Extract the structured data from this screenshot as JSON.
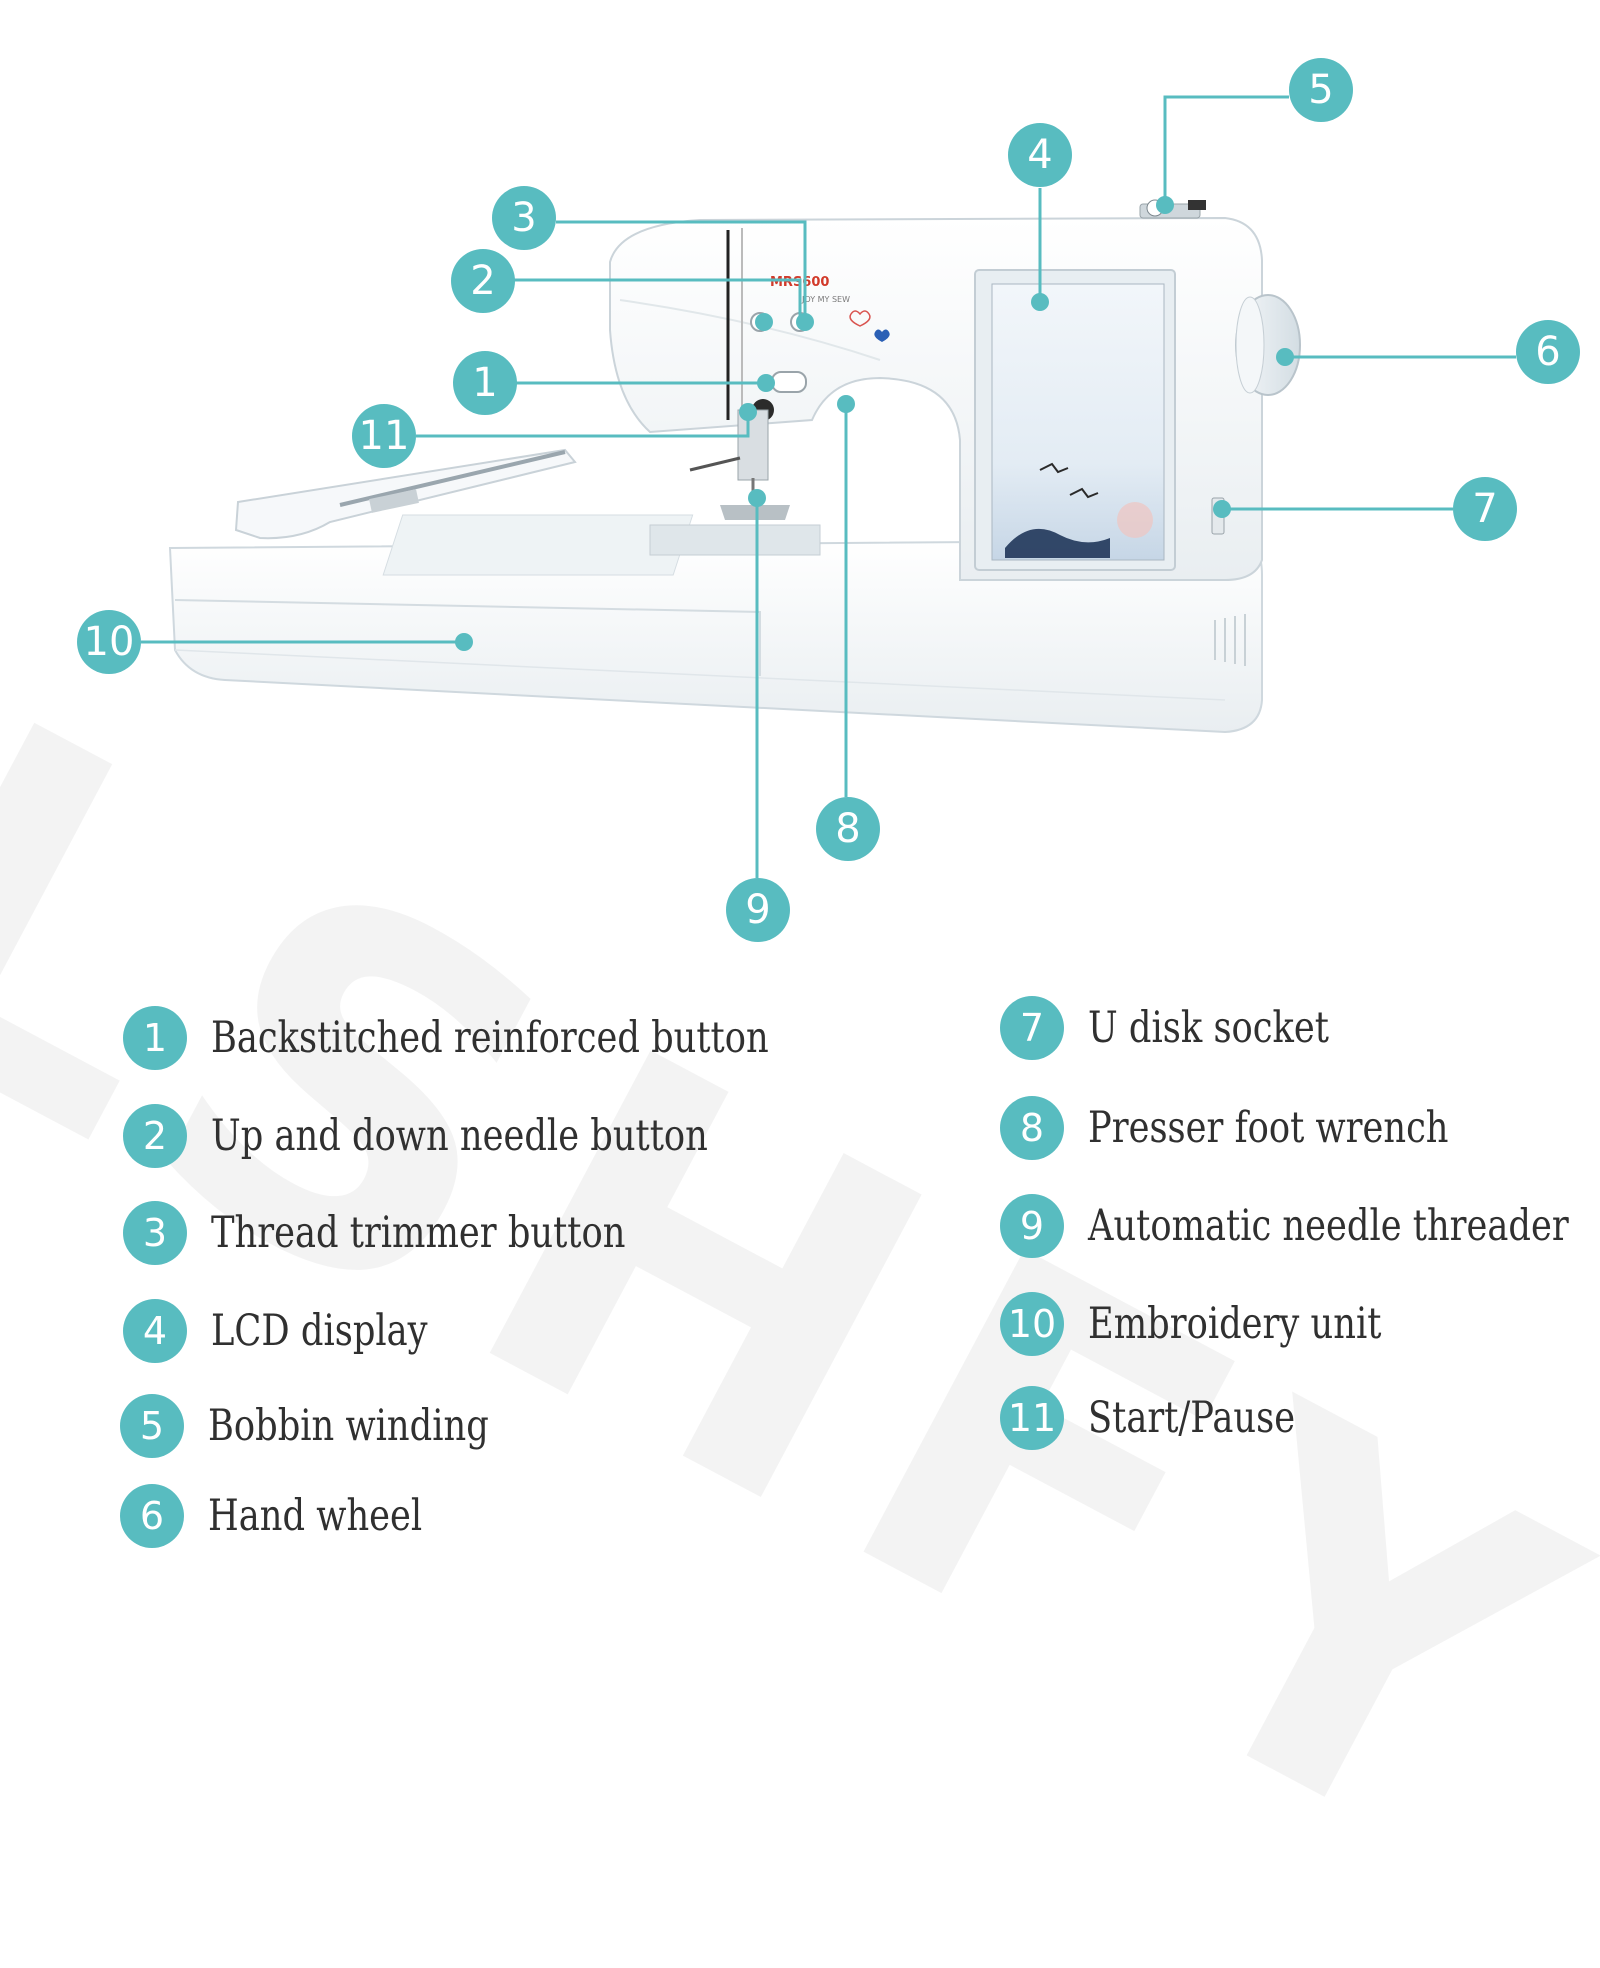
{
  "watermark": "LSHFY",
  "machine": {
    "brand": "MRS600",
    "tagline": "JOY MY SEW"
  },
  "callouts": [
    "1",
    "2",
    "3",
    "4",
    "5",
    "6",
    "7",
    "8",
    "9",
    "10",
    "11"
  ],
  "legend": [
    {
      "number": "1",
      "label": "Backstitched reinforced button"
    },
    {
      "number": "2",
      "label": "Up and down needle button"
    },
    {
      "number": "3",
      "label": "Thread trimmer button"
    },
    {
      "number": "4",
      "label": "LCD display"
    },
    {
      "number": "5",
      "label": "Bobbin winding"
    },
    {
      "number": "6",
      "label": "Hand wheel"
    },
    {
      "number": "7",
      "label": "U disk socket"
    },
    {
      "number": "8",
      "label": "Presser foot wrench"
    },
    {
      "number": "9",
      "label": "Automatic needle threader"
    },
    {
      "number": "10",
      "label": "Embroidery unit"
    },
    {
      "number": "11",
      "label": "Start/Pause"
    }
  ],
  "colors": {
    "accent": "#58bcc0",
    "text": "#303030",
    "brand": "#d23a2a"
  }
}
